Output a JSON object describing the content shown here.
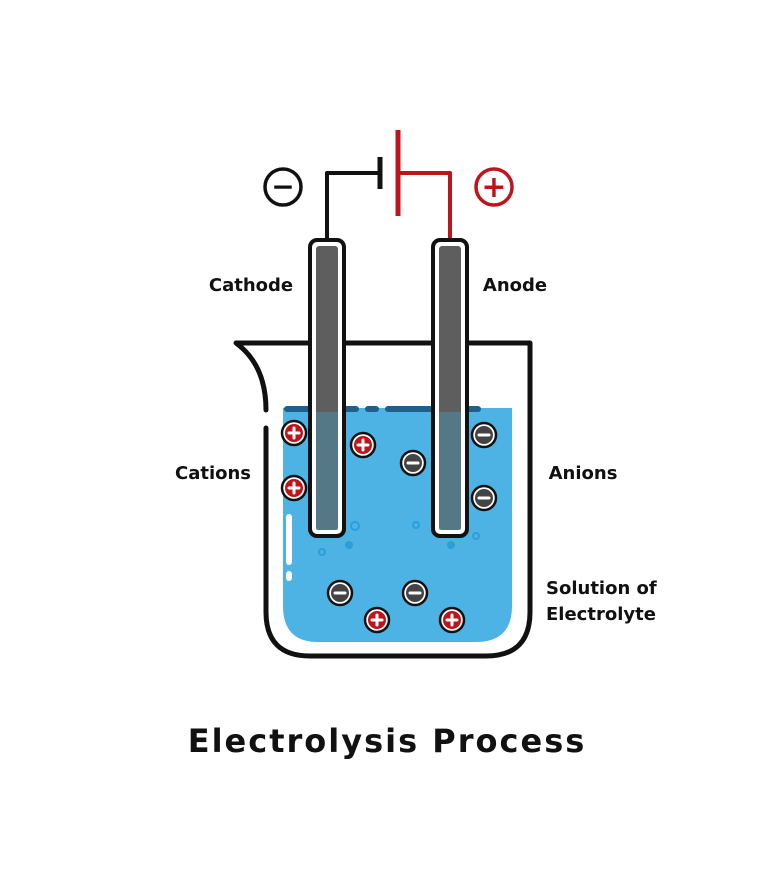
{
  "title": "Electrolysis Process",
  "labels": {
    "cathode": "Cathode",
    "anode": "Anode",
    "cations": "Cations",
    "anions": "Anions",
    "solution_line1": "Solution of",
    "solution_line2": "Electrolyte"
  },
  "terminals": {
    "negative_symbol": "−",
    "positive_symbol": "+"
  },
  "colors": {
    "outline": "#111111",
    "positive": "#c0141c",
    "negative": "#444444",
    "solution": "#4db2e4",
    "solution_surface": "#1e5f8c",
    "electrode": "#5e5e5e"
  }
}
